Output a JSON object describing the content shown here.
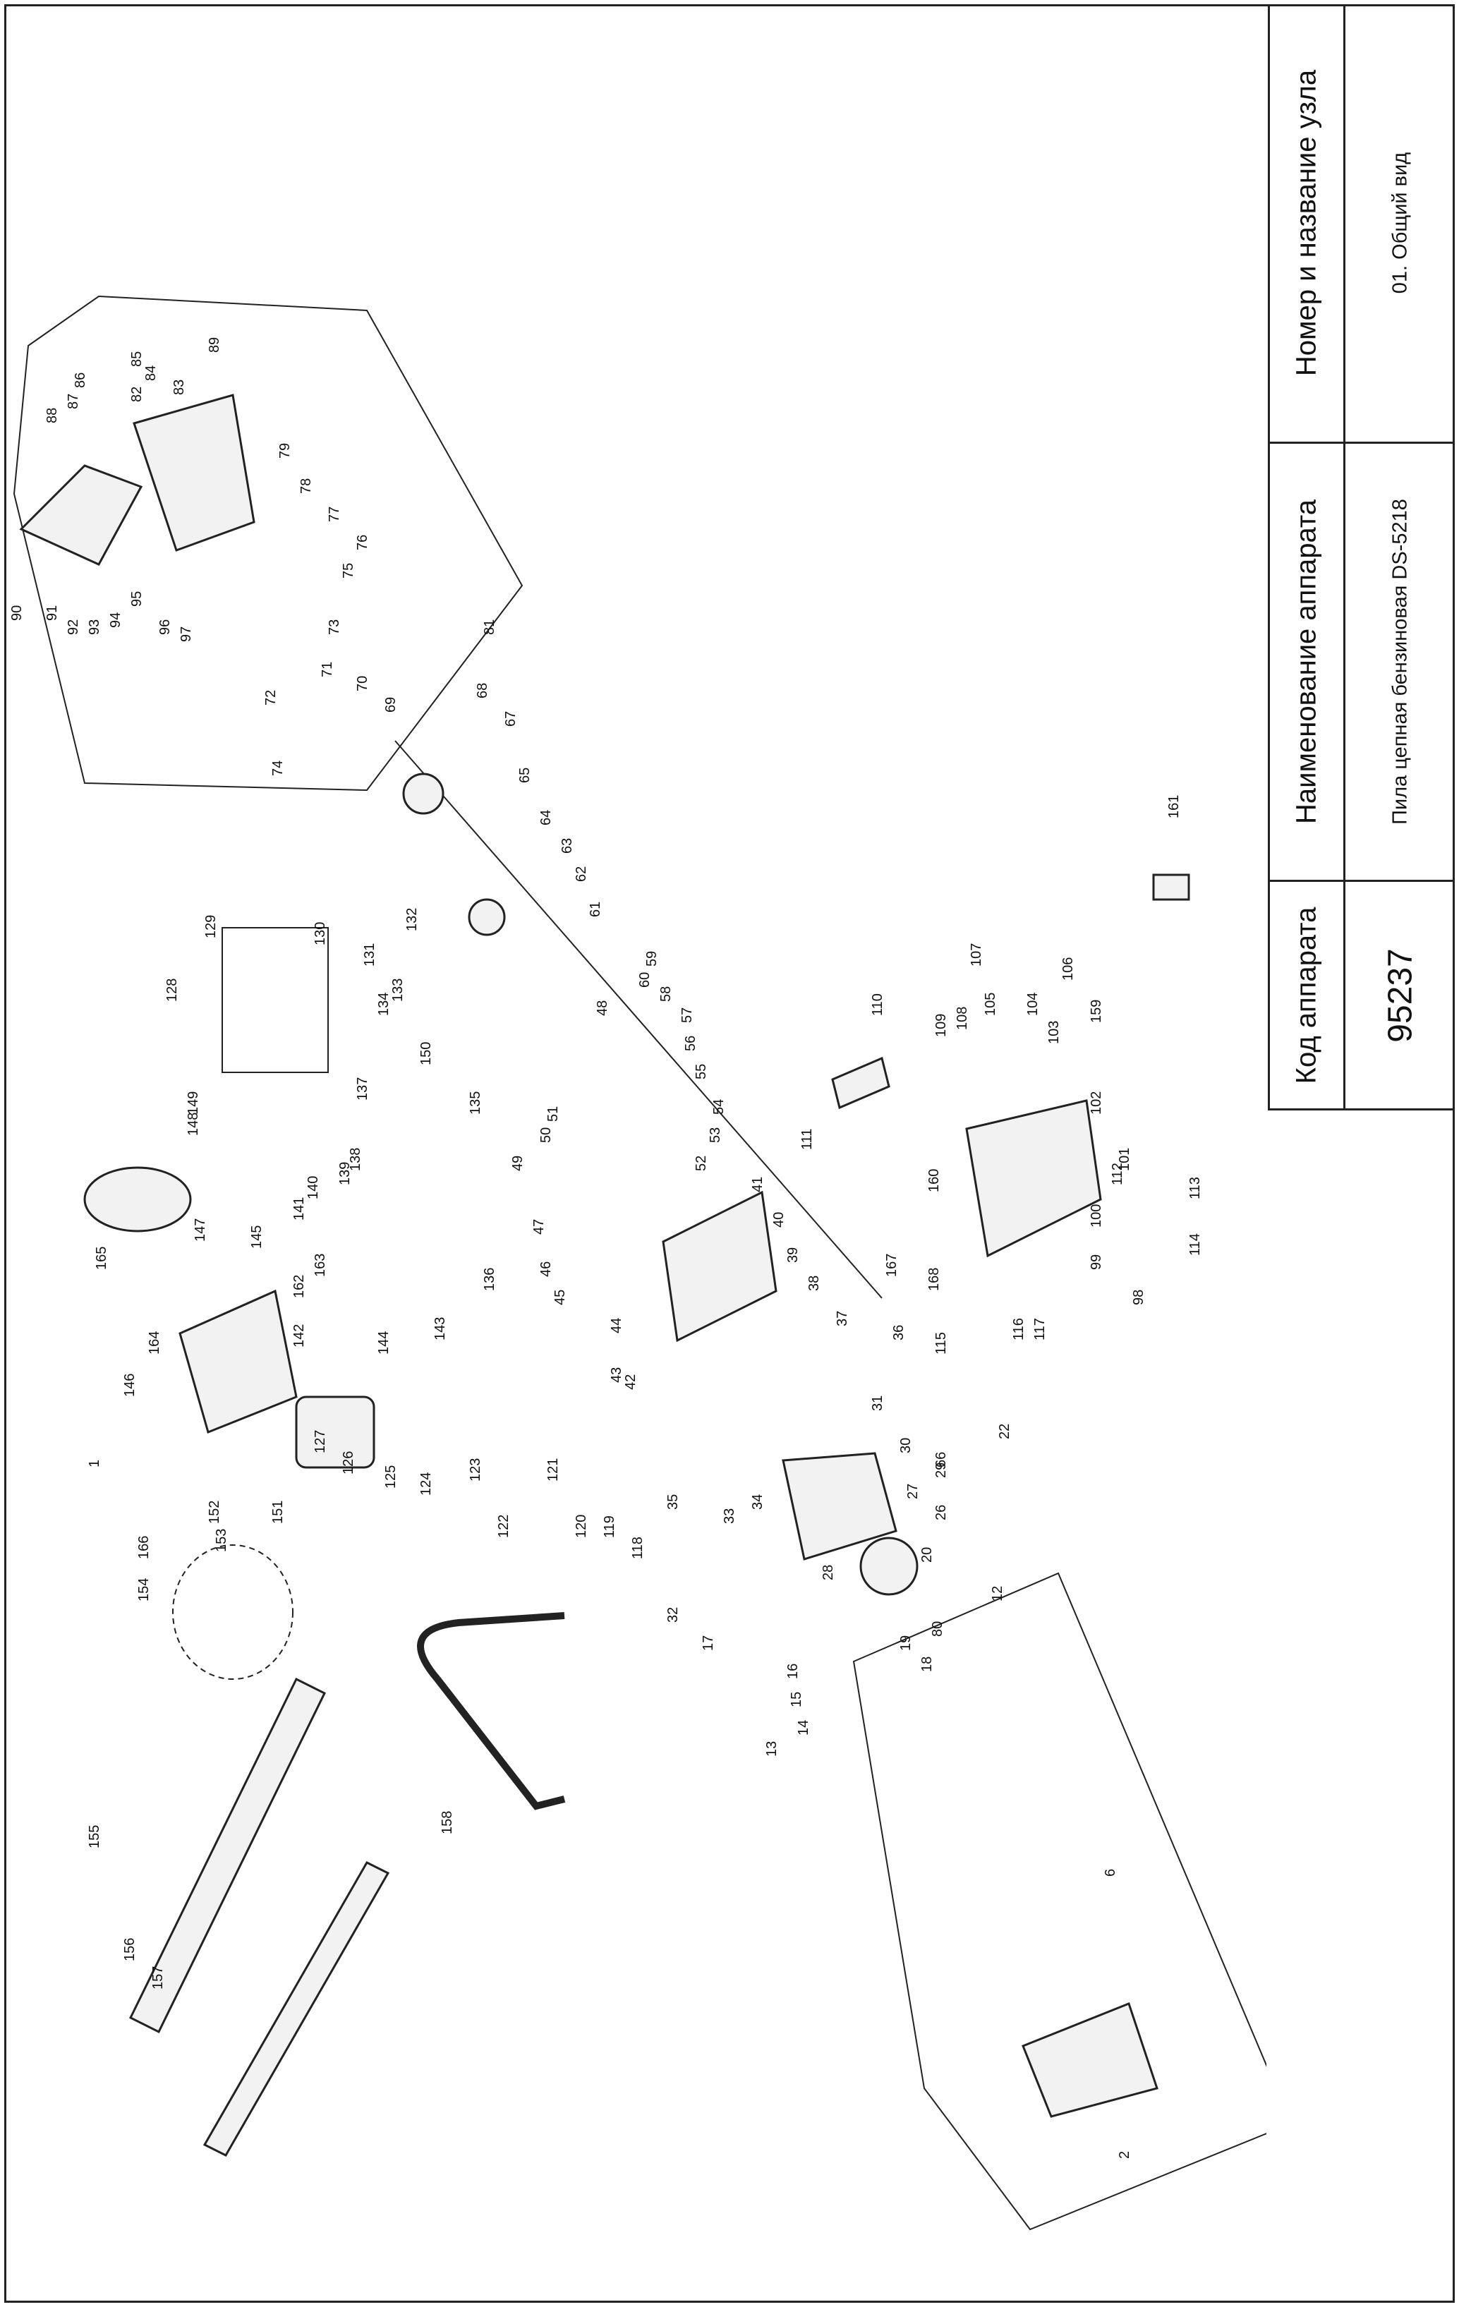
{
  "title_block": {
    "col_code": {
      "header": "Код аппарата",
      "value": "95237"
    },
    "col_name": {
      "header": "Наименование аппарата",
      "value": "Пила цепная бензиновая DS-5218"
    },
    "col_unit": {
      "header": "Номер и название узла",
      "value": "01. Общий вид"
    }
  },
  "diagram": {
    "part_numbers": [
      "1",
      "2",
      "6",
      "12",
      "13",
      "14",
      "15",
      "16",
      "17",
      "18",
      "19",
      "20",
      "22",
      "26",
      "27",
      "28",
      "29",
      "30",
      "31",
      "32",
      "33",
      "34",
      "35",
      "36",
      "37",
      "38",
      "39",
      "40",
      "41",
      "42",
      "43",
      "44",
      "45",
      "46",
      "47",
      "48",
      "49",
      "50",
      "51",
      "52",
      "53",
      "54",
      "55",
      "56",
      "57",
      "58",
      "59",
      "60",
      "61",
      "62",
      "63",
      "64",
      "65",
      "66",
      "67",
      "68",
      "69",
      "70",
      "71",
      "72",
      "73",
      "74",
      "75",
      "76",
      "77",
      "78",
      "79",
      "80",
      "81",
      "82",
      "83",
      "84",
      "85",
      "86",
      "87",
      "88",
      "89",
      "90",
      "91",
      "92",
      "93",
      "94",
      "95",
      "96",
      "97",
      "98",
      "99",
      "100",
      "101",
      "102",
      "103",
      "104",
      "105",
      "106",
      "107",
      "108",
      "109",
      "110",
      "111",
      "112",
      "113",
      "114",
      "115",
      "116",
      "117",
      "118",
      "119",
      "120",
      "121",
      "122",
      "123",
      "124",
      "125",
      "126",
      "127",
      "128",
      "129",
      "130",
      "131",
      "132",
      "133",
      "134",
      "135",
      "136",
      "137",
      "138",
      "139",
      "140",
      "141",
      "142",
      "143",
      "144",
      "145",
      "146",
      "147",
      "148",
      "149",
      "150",
      "151",
      "152",
      "153",
      "154",
      "155",
      "156",
      "157",
      "158",
      "159",
      "160",
      "161",
      "162",
      "163",
      "164",
      "165",
      "166",
      "167",
      "168"
    ]
  }
}
